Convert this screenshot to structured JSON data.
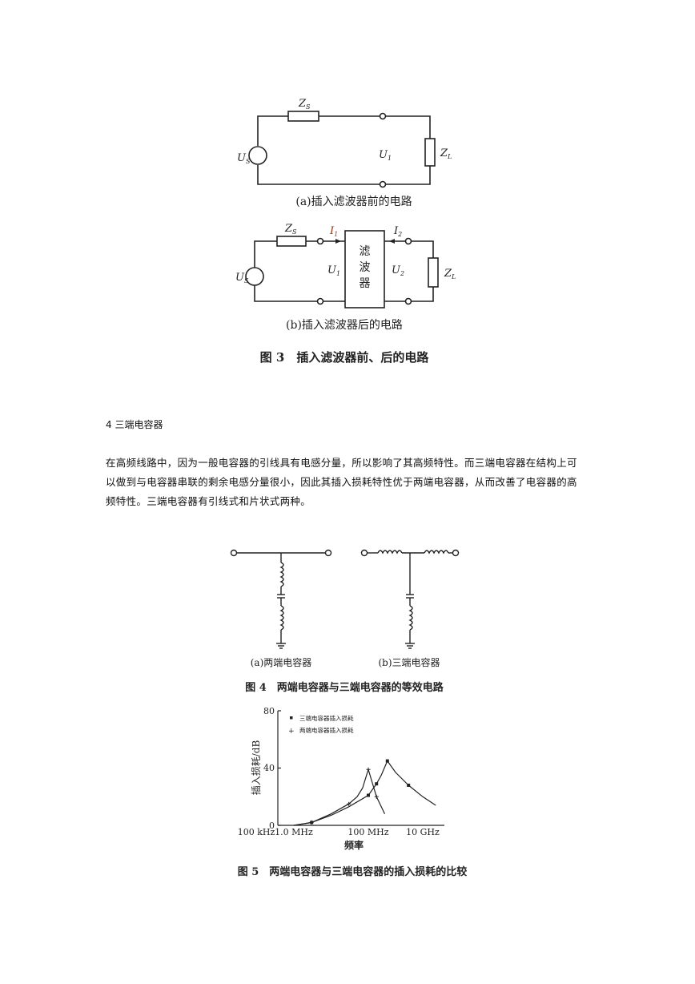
{
  "fig3": {
    "a": {
      "zs": "Z",
      "zs_sub": "S",
      "us": "U",
      "us_sub": "S",
      "u1": "U",
      "u1_sub": "1",
      "zl": "Z",
      "zl_sub": "L",
      "caption": "(a)插入滤波器前的电路"
    },
    "b": {
      "zs": "Z",
      "zs_sub": "S",
      "i1": "I",
      "i1_sub": "1",
      "i2": "I",
      "i2_sub": "2",
      "us": "U",
      "us_sub": "S",
      "u1": "U",
      "u1_sub": "1",
      "u2": "U",
      "u2_sub": "2",
      "zl": "Z",
      "zl_sub": "L",
      "filter_line1": "滤",
      "filter_line2": "波",
      "filter_line3": "器",
      "caption": "(b)插入滤波器后的电路"
    },
    "caption": "图 3　插入滤波器前、后的电路"
  },
  "section": {
    "heading": "4 三端电容器",
    "paragraph_lines": [
      "在高频线路中，因为一般电容器的引线具有电感分量，所以影响了其高频特性。而三端电容器在结构上可",
      "以做到与电容器串联的剩余电感分量很小，因此其插入损耗特性优于两端电容器，从而改善了电容器的高",
      "频特性。三端电容器有引线式和片状式两种。"
    ]
  },
  "fig4": {
    "a_caption": "(a)两端电容器",
    "b_caption": "(b)三端电容器",
    "caption": "图 4　两端电容器与三端电容器的等效电路"
  },
  "chart_data": {
    "type": "line",
    "xlabel": "频率",
    "ylabel": "插入损耗/dB",
    "x_scale": "log",
    "x_ticks": [
      "100 kHz",
      "1.0 MHz",
      "100 MHz",
      "10 GHz"
    ],
    "y_ticks": [
      "0",
      "40",
      "80"
    ],
    "ylim": [
      0,
      80
    ],
    "legend_position": "top-left",
    "series": [
      {
        "name": "三端电容器插入损耗",
        "marker": "square",
        "x_hz": [
          1000000.0,
          3000000.0,
          10000000.0,
          30000000.0,
          100000000.0,
          200000000.0,
          300000000.0,
          500000000.0,
          1000000000.0,
          3000000000.0,
          10000000000.0,
          30000000000.0
        ],
        "y_db": [
          0,
          2,
          7,
          13,
          21,
          29,
          35,
          45,
          37,
          28,
          20,
          14
        ],
        "marker_x_hz": [
          3000000.0,
          100000000.0,
          200000000.0,
          500000000.0,
          3000000000.0
        ],
        "marker_y_db": [
          2,
          21,
          29,
          45,
          28
        ]
      },
      {
        "name": "两端电容器插入损耗",
        "marker": "plus",
        "x_hz": [
          1000000.0,
          3000000.0,
          10000000.0,
          30000000.0,
          50000000.0,
          70000000.0,
          100000000.0,
          200000000.0,
          400000000.0
        ],
        "y_db": [
          0,
          2,
          8,
          15,
          20,
          26,
          39,
          20,
          8
        ],
        "marker_x_hz": [
          3000000.0,
          30000000.0,
          100000000.0,
          200000000.0
        ],
        "marker_y_db": [
          2,
          15,
          39,
          20
        ]
      }
    ]
  },
  "fig5": {
    "caption": "图 5　两端电容器与三端电容器的插入损耗的比较"
  }
}
